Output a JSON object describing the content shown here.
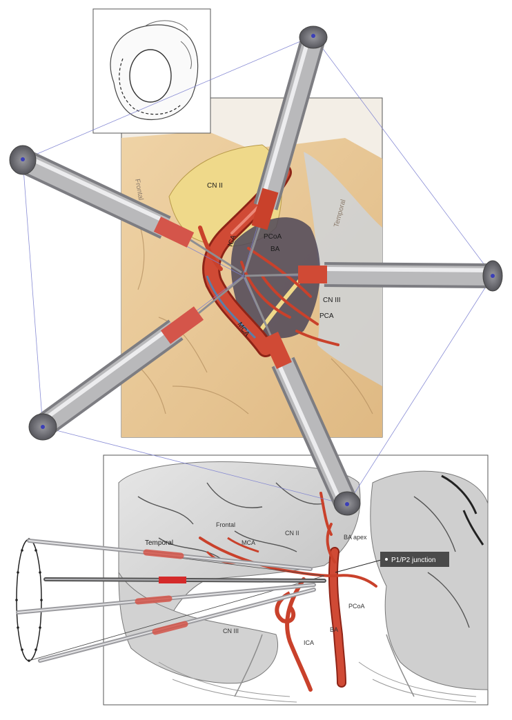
{
  "labels": {
    "cn2": "CN II",
    "frontal": "Frontal",
    "temporal": "Temporal",
    "pcoa": "PCoA",
    "ba": "BA",
    "ica": "ICA",
    "cn3": "CN III",
    "pca": "PCA",
    "mca": "MCA"
  },
  "lower_labels": {
    "temporal": "Temporal",
    "frontal": "Frontal",
    "mca": "MCA",
    "cn2": "CN II",
    "ba_apex": "BA apex",
    "pcoa": "PCoA",
    "cn3": "CN III",
    "ica": "ICA",
    "ba": "BA"
  },
  "callout": {
    "text": "P1/P2 junction"
  },
  "colors": {
    "artery": "#c9412b",
    "artery_dark": "#8e2417",
    "tissue": "#e9c795",
    "nerve_yellow": "#efd98a",
    "instrument": "#b9b9bb",
    "instrument_tip": "#d4554a",
    "brain_grey": "#d8d8d8",
    "callout_bg": "#4a4a4a",
    "marker": "#3b3fb8"
  }
}
